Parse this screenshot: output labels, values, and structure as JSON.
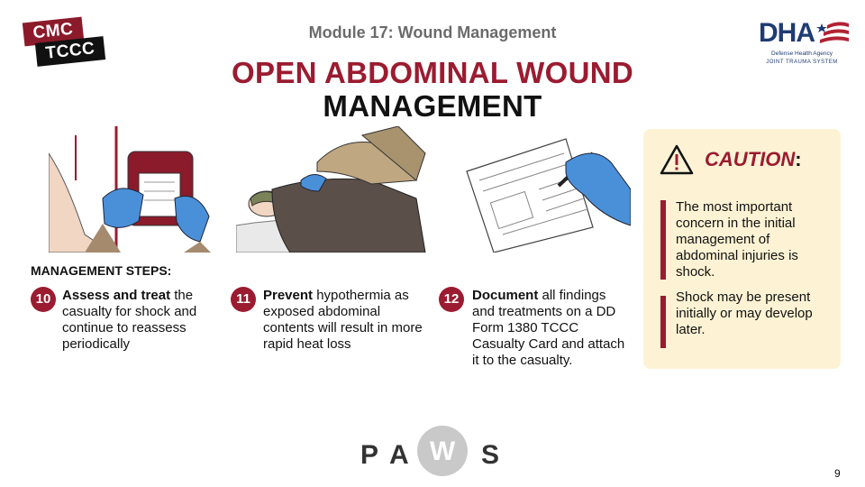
{
  "header": {
    "logo_line1": "CMC",
    "logo_line2": "TCCC",
    "module": "Module 17: Wound Management",
    "title_line1": "OPEN ABDOMINAL WOUND",
    "title_line2": "MANAGEMENT",
    "dha": {
      "letters": "DHA",
      "agency": "Defense Health Agency",
      "system": "JOINT TRAUMA SYSTEM"
    }
  },
  "steps_label": "MANAGEMENT STEPS:",
  "steps": [
    {
      "number": "10",
      "bold": "Assess and treat",
      "rest": " the casualty for shock and continue to reassess periodically"
    },
    {
      "number": "11",
      "bold": "Prevent",
      "rest": " hypothermia as exposed abdominal contents will result in more rapid heat loss"
    },
    {
      "number": "12",
      "bold": "Document",
      "rest": " all findings and treatments on a DD Form 1380 TCCC Casualty Card and attach it to the casualty."
    }
  ],
  "caution": {
    "heading": "CAUTION",
    "colon": ":",
    "points": [
      "The most important concern in the initial management of abdominal injuries is shock.",
      "Shock may be present initially or may develop later."
    ]
  },
  "footer": {
    "paws_p": "P",
    "paws_a": "A",
    "paws_w": "W",
    "paws_s": "S",
    "page_number": "9"
  },
  "colors": {
    "accent": "#9b1b30",
    "caution_bg": "#fdf3d4",
    "glove": "#4a90d9",
    "dha_blue": "#1f3b73"
  }
}
